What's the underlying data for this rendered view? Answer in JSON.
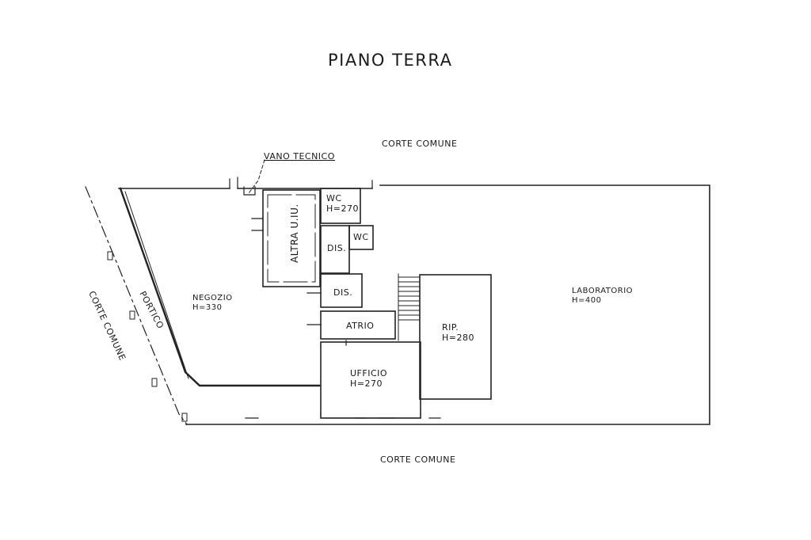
{
  "title": "PIANO TERRA",
  "labels": {
    "corte_top": "CORTE COMUNE",
    "corte_bottom": "CORTE COMUNE",
    "corte_left": "CORTE COMUNE",
    "vano_tecnico": "VANO TECNICO",
    "portico": "PORTICO",
    "altra_uiu": "ALTRA U.IU.",
    "dis_1": "DIS.",
    "dis_2": "DIS."
  },
  "rooms": {
    "negozio": {
      "name": "NEGOZIO",
      "height": "H=330"
    },
    "wc_1": {
      "name": "WC",
      "height": "H=270"
    },
    "wc_2": {
      "name": "WC"
    },
    "atrio": {
      "name": "ATRIO"
    },
    "ufficio": {
      "name": "UFFICIO",
      "height": "H=270"
    },
    "rip": {
      "name": "RIP.",
      "height": "H=280"
    },
    "laboratorio": {
      "name": "LABORATORIO",
      "height": "H=400"
    }
  }
}
